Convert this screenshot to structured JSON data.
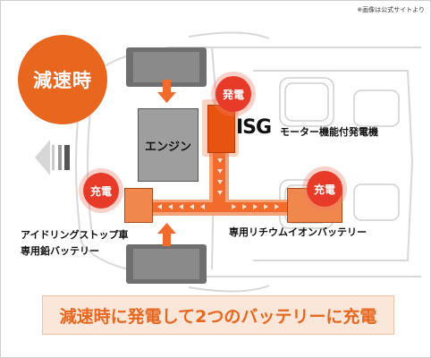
{
  "note": "※画像は公式サイトより",
  "mode_label": "減速時",
  "engine_label": "エンジン",
  "generation_badge": "発電",
  "isg_label": "ISG",
  "isg_description": "モーター機能付発電機",
  "charge_badge_left": "充電",
  "charge_badge_right": "充電",
  "lead_battery_label": "アイドリングストップ車",
  "lead_battery_label_2": "専用鉛バッテリー",
  "lithium_battery_label": "専用リチウムイオンバッテリー",
  "banner": "減速時に発電して2つのバッテリーに充電",
  "colors": {
    "accent": "#e9661f",
    "charge_red": "#e83a28",
    "flow_orange": "#f26a2c",
    "banner_bg": "#fbe7d9"
  }
}
